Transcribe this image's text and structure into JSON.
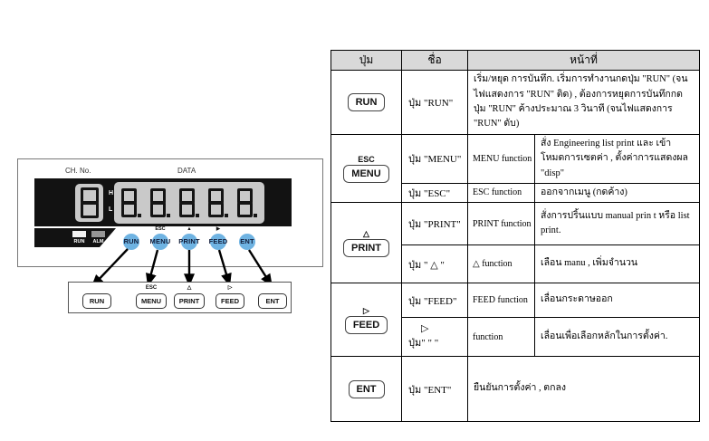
{
  "colors": {
    "key_circle": "#6fb3e2",
    "display_bg": "#c9c9c9",
    "panel_bg": "#121212",
    "table_header_bg": "#d9d9d9"
  },
  "device": {
    "ch_label": "CH. No.",
    "data_label": "DATA",
    "h_label": "H",
    "l_label": "L",
    "led_run": "RUN",
    "led_alm": "ALM",
    "keys": {
      "run": "RUN",
      "menu": "MENU",
      "menu_sub": "ESC",
      "print": "PRINT",
      "print_sub": "▲",
      "feed": "FEED",
      "feed_sub": "▶",
      "ent": "ENT"
    },
    "buttons": {
      "run": "RUN",
      "menu": "MENU",
      "menu_above": "ESC",
      "print": "PRINT",
      "print_above": "△",
      "feed": "FEED",
      "feed_above": "▷",
      "ent": "ENT"
    }
  },
  "table": {
    "header": {
      "button": "ปุ่ม",
      "name": "ชื่อ",
      "function": "หน้าที่"
    },
    "run": {
      "button": "RUN",
      "name": "ปุ่ม \"RUN\"",
      "desc": "เริ่ม/หยุด การบันทึก. เริ่มการทำงานกดปุ่ม \"RUN\" (จนไฟแสดงการ \"RUN\" ติด) , ต้องการหยุดการบันทึกกดปุ่ม \"RUN\" ค้างประมาณ 3 วินาที (จนไฟแสดงการ \"RUN\" ดับ)"
    },
    "menu": {
      "button": "MENU",
      "button_above": "ESC",
      "name": "ปุ่ม \"MENU\"",
      "func": "MENU function",
      "desc": "สั่ง Engineering list print และ เข้าโหมดการเซตค่า , ตั้งค่าการแสดงผล \"disp\""
    },
    "esc": {
      "name": "ปุ่ม \"ESC\"",
      "func": "ESC function",
      "desc": "ออกจากเมนู (กดค้าง)"
    },
    "print": {
      "button": "PRINT",
      "button_above": "△",
      "name": "ปุ่ม \"PRINT\"",
      "func": "PRINT function",
      "desc": "สั่งการปริ้นแบบ manual prin t หรือ list print."
    },
    "up": {
      "name": "ปุ่ม \" △ \"",
      "func": "△ function",
      "desc": "เลือน manu , เพิ่มจำนวน"
    },
    "feed": {
      "button": "FEED",
      "button_above": "▷",
      "name": "ปุ่ม \"FEED\"",
      "func": "FEED function",
      "desc": "เลื่อนกระดาษออก"
    },
    "right": {
      "name_symbol": "▷",
      "name": "ปุ่ม\" \" \"",
      "func": "function",
      "desc": "เลื่อนเพื่อเลือกหลักในการตั้งค่า."
    },
    "ent": {
      "button": "ENT",
      "name": "ปุ่ม \"ENT\"",
      "desc": "ยืนยันการตั้งค่า , ตกลง"
    }
  }
}
